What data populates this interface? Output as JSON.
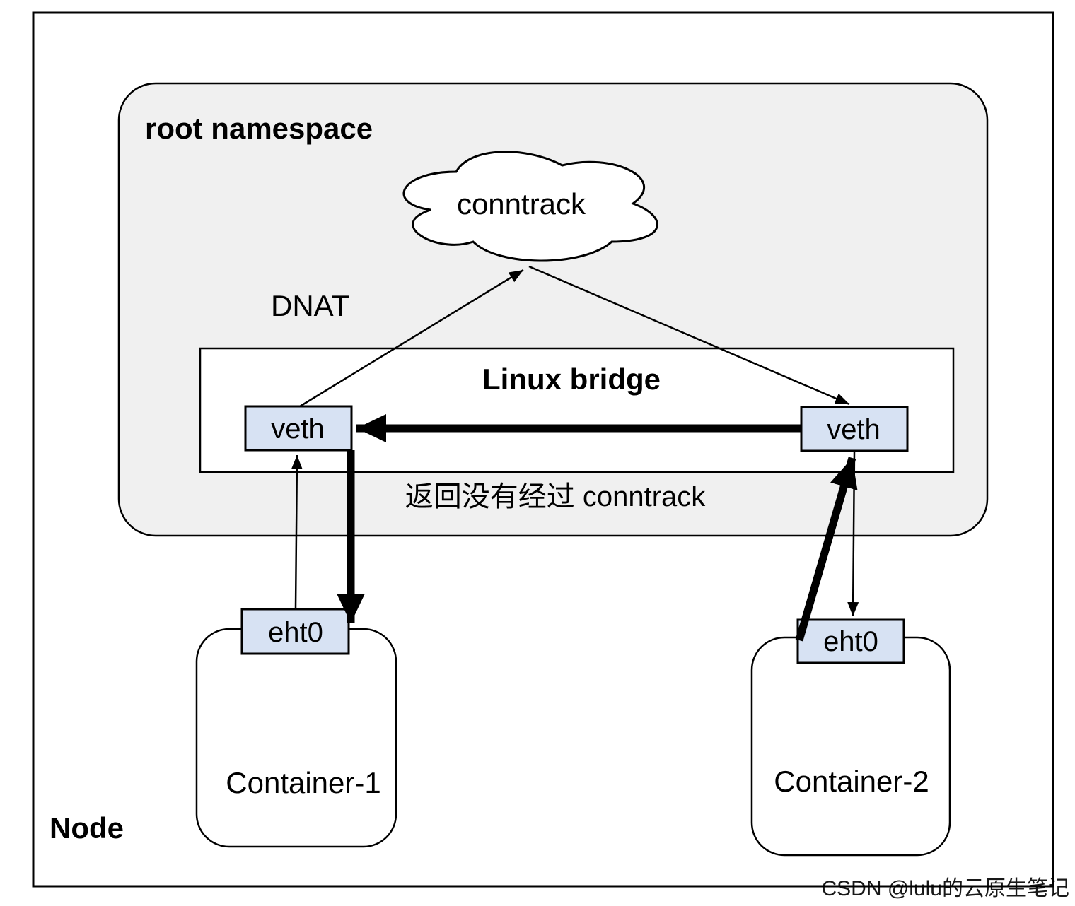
{
  "diagram": {
    "node": {
      "label": "Node"
    },
    "root_namespace": {
      "label": "root namespace"
    },
    "conntrack_cloud": {
      "label": "conntrack"
    },
    "dnat": {
      "label": "DNAT"
    },
    "linux_bridge": {
      "label": "Linux bridge"
    },
    "veth_left": {
      "label": "veth"
    },
    "veth_right": {
      "label": "veth"
    },
    "return_note": {
      "label": "返回没有经过 conntrack"
    },
    "container_1": {
      "label": "Container-1",
      "interface": "eht0"
    },
    "container_2": {
      "label": "Container-2",
      "interface": "eht0"
    }
  },
  "watermark": {
    "label": "CSDN @lulu的云原生笔记"
  },
  "colors": {
    "canvas_background": "#ffffff",
    "namespace_fill": "#f0f0f0",
    "interface_fill": "#d7e2f3",
    "box_fill": "#ffffff",
    "outline": "#000000",
    "watermark": "#c9c9c9"
  }
}
